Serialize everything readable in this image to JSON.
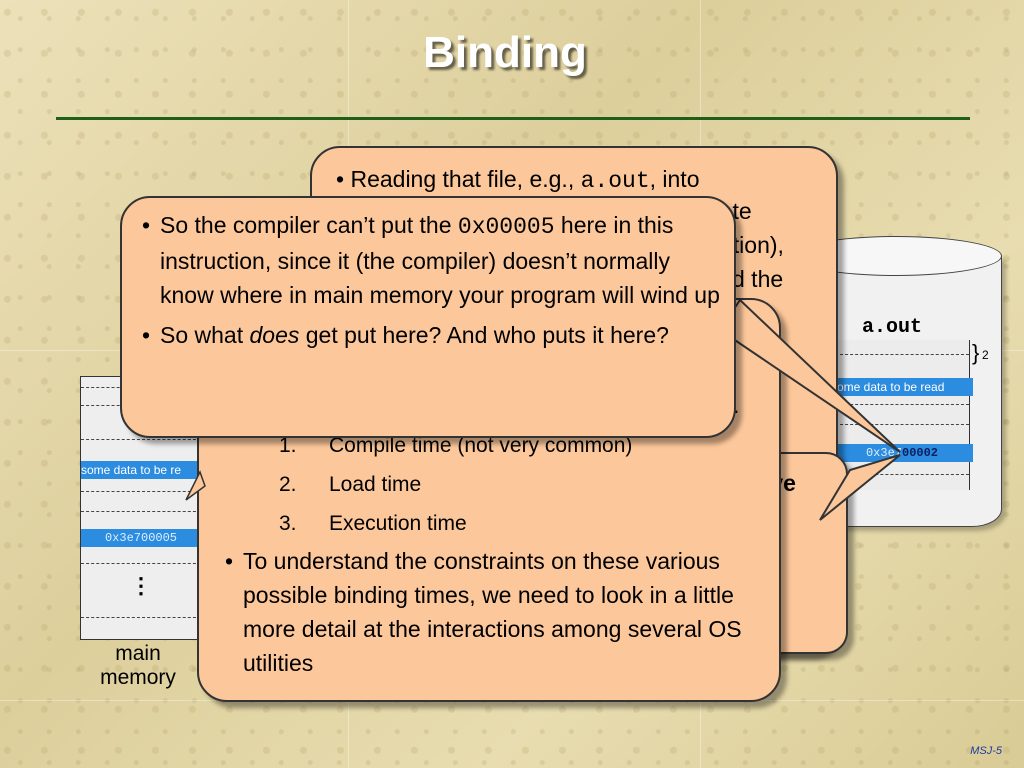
{
  "slide": {
    "title": "Binding",
    "footer": "MSJ-5"
  },
  "main_memory": {
    "label_line1": "main",
    "label_line2": "memory",
    "data_band": "some data to be re",
    "addr_band": "0x3e700005",
    "ellipsis": "⋮"
  },
  "disk": {
    "label": "a.out",
    "brace_note": "2",
    "data_band": "some data to be read",
    "addr_band_prefix": "0x3e7",
    "addr_band_bold": "00002"
  },
  "callout_back": {
    "b1_part1": "Reading that file, e.g., ",
    "b1_code": "a.out",
    "b1_part2": ", into",
    "frag1": "rate",
    "frag2": "ation),",
    "frag3": "d the",
    "frag4": "e",
    "frag5": "ive",
    "frag6": "),"
  },
  "callout_middle": {
    "partial_line": ".",
    "list": [
      {
        "num": "1.",
        "text": "Compile time (not very common)"
      },
      {
        "num": "2.",
        "text": "Load time"
      },
      {
        "num": "3.",
        "text": "Execution time"
      }
    ],
    "bullet": "To understand the constraints on these various possible binding times, we need to look in a little more detail at the interactions among several OS utilities"
  },
  "callout_front": {
    "b1_part1": "So the compiler can’t put the ",
    "b1_code": "0x00005",
    "b1_part2": " here in this instruction, since it (the compiler) doesn’t normally know where in main memory your program will wind up",
    "b2_part1": "So what ",
    "b2_em": "does",
    "b2_part2": " get put here?  And who puts it here?"
  }
}
